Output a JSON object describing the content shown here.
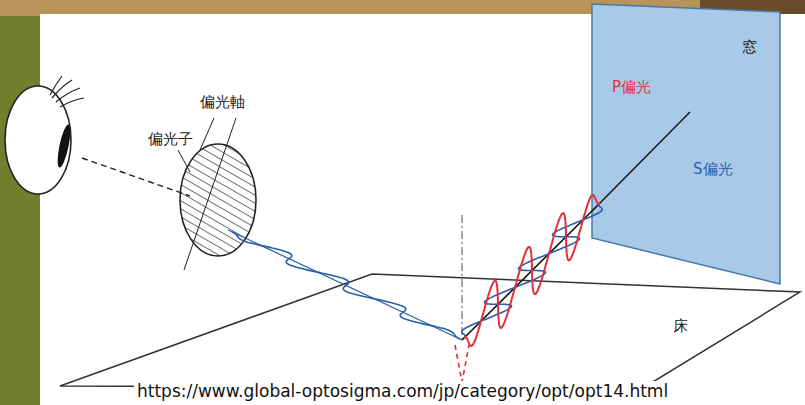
{
  "diagram": {
    "nodes": [
      {
        "text": [
          "窓"
        ]
      },
      {
        "text": [
          "床"
        ]
      }
    ],
    "labels": [
      "偏光軸",
      "偏光子",
      "P偏光",
      "S偏光",
      "https://www.global-optosigma.com/jp/category/opt/opt14.html"
    ]
  }
}
